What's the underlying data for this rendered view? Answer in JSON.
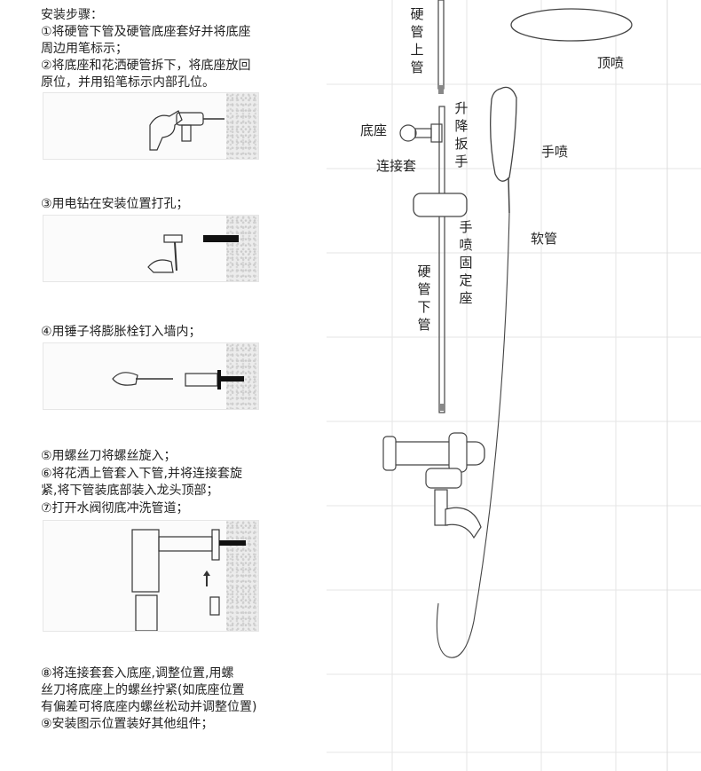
{
  "steps": {
    "title": "安装步骤：",
    "s1": "①将硬管下管及硬管底座套好并将底座\n周边用笔标示；",
    "s2": "②将底座和花洒硬管拆下，将底座放回\n原位，并用铅笔标示内部孔位。",
    "s3": "③用电钻在安装位置打孔；",
    "s4": "④用锤子将膨胀栓钉入墙内；",
    "s5": "⑤用螺丝刀将螺丝旋入；",
    "s6": "⑥将花洒上管套入下管,并将连接套旋\n紧,将下管装底部装入龙头顶部；",
    "s7": "⑦打开水阀彻底冲洗管道；",
    "s8": "⑧将连接套套入底座,调整位置,用螺\n丝刀将底座上的螺丝拧紧(如底座位置\n有偏差可将底座内螺丝松动并调整位置)",
    "s9": "⑨安装图示位置装好其他组件；"
  },
  "labels": {
    "upper_pipe": "硬管上管",
    "top_spray": "顶喷",
    "lift_wrench": "升降扳手",
    "base": "底座",
    "connector": "连接套",
    "hand_spray": "手喷",
    "hand_holder": "手喷固定座",
    "hose": "软管",
    "lower_pipe": "硬管下管"
  }
}
